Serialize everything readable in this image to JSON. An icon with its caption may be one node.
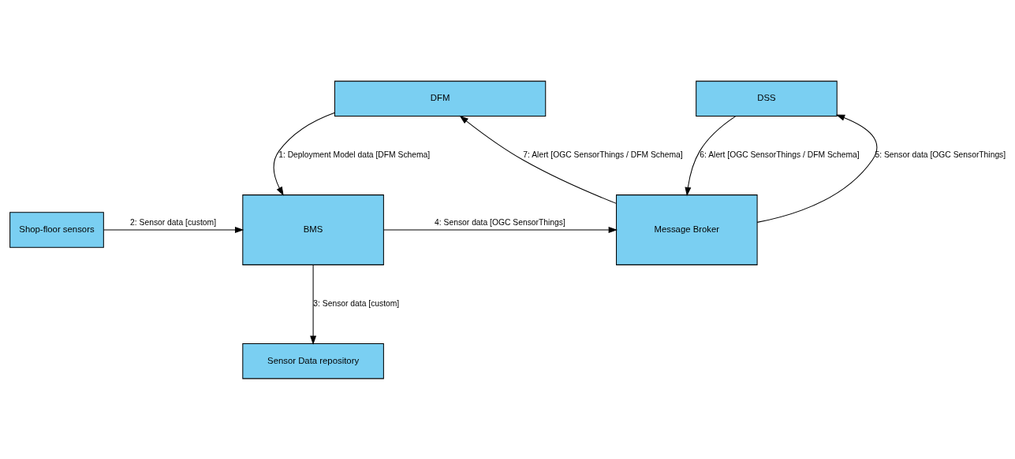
{
  "diagram": {
    "nodes": [
      {
        "text": [
          "DFM"
        ]
      },
      {
        "text": [
          "DSS"
        ]
      },
      {
        "text": [
          "Shop-floor sensors"
        ]
      },
      {
        "text": [
          "BMS"
        ]
      },
      {
        "text": [
          "Message Broker"
        ]
      },
      {
        "text": [
          "Sensor Data repository"
        ]
      }
    ],
    "edges": [
      {
        "from": 0,
        "to": 3,
        "arrow": "to",
        "label": "1: Deployment Model data [DFM Schema]"
      },
      {
        "from": 2,
        "to": 3,
        "arrow": "to",
        "label": "2: Sensor data [custom]"
      },
      {
        "from": 3,
        "to": 5,
        "arrow": "to",
        "label": "3: Sensor data [custom]"
      },
      {
        "from": 3,
        "to": 4,
        "arrow": "to",
        "label": "4: Sensor data [OGC SensorThings]"
      },
      {
        "from": 4,
        "to": 1,
        "arrow": "to",
        "label": "5: Sensor data [OGC SensorThings]"
      },
      {
        "from": 1,
        "to": 4,
        "arrow": "to",
        "label": "6: Alert [OGC SensorThings / DFM Schema]"
      },
      {
        "from": 4,
        "to": 0,
        "arrow": "to",
        "label": "7: Alert [OGC SensorThings / DFM Schema]"
      }
    ]
  }
}
